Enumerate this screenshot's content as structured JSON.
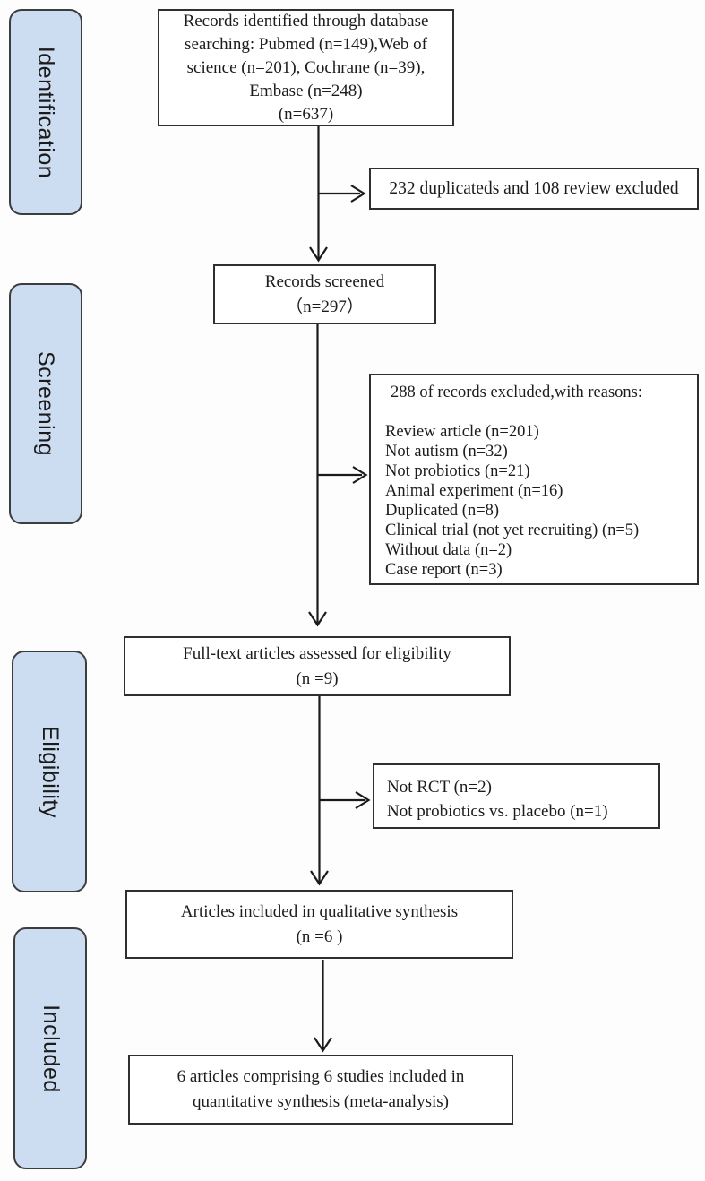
{
  "stages": [
    {
      "label": "Identification"
    },
    {
      "label": "Screening"
    },
    {
      "label": "Eligibility"
    },
    {
      "label": "Included"
    }
  ],
  "boxes": {
    "records_identified": {
      "lines": [
        "Records identified through database",
        "searching: Pubmed (n=149),Web of",
        "science (n=201), Cochrane (n=39),",
        "Embase (n=248)",
        "(n=637)"
      ]
    },
    "duplicates_excluded": {
      "text": "232 duplicateds and 108 review excluded"
    },
    "records_screened": {
      "lines": [
        "Records screened",
        "（n=297）"
      ]
    },
    "excluded_reasons": {
      "heading": "288 of records excluded,with reasons:",
      "items": [
        "Review article (n=201)",
        "Not autism (n=32)",
        "Not probiotics (n=21)",
        "Animal experiment (n=16)",
        "Duplicated (n=8)",
        "Clinical trial (not yet recruiting) (n=5)",
        "Without data (n=2)",
        "Case report (n=3)"
      ]
    },
    "fulltext_assessed": {
      "lines": [
        "Full-text articles assessed for eligibility",
        "(n =9)"
      ]
    },
    "not_rct": {
      "lines": [
        "Not RCT (n=2)",
        "Not probiotics vs. placebo (n=1)"
      ]
    },
    "qualitative_synthesis": {
      "lines": [
        "Articles included in qualitative synthesis",
        "(n =6 )"
      ]
    },
    "quantitative_synthesis": {
      "lines": [
        "6 articles comprising 6 studies included in",
        "quantitative synthesis (meta-analysis)"
      ]
    }
  },
  "colors": {
    "stage_fill": "#ccdcf1",
    "stage_border": "#3d3d3d",
    "box_border": "#2f2f2f",
    "arrow": "#1a1a1a",
    "text": "#1c1c1c",
    "background": "#fdfdfd"
  }
}
